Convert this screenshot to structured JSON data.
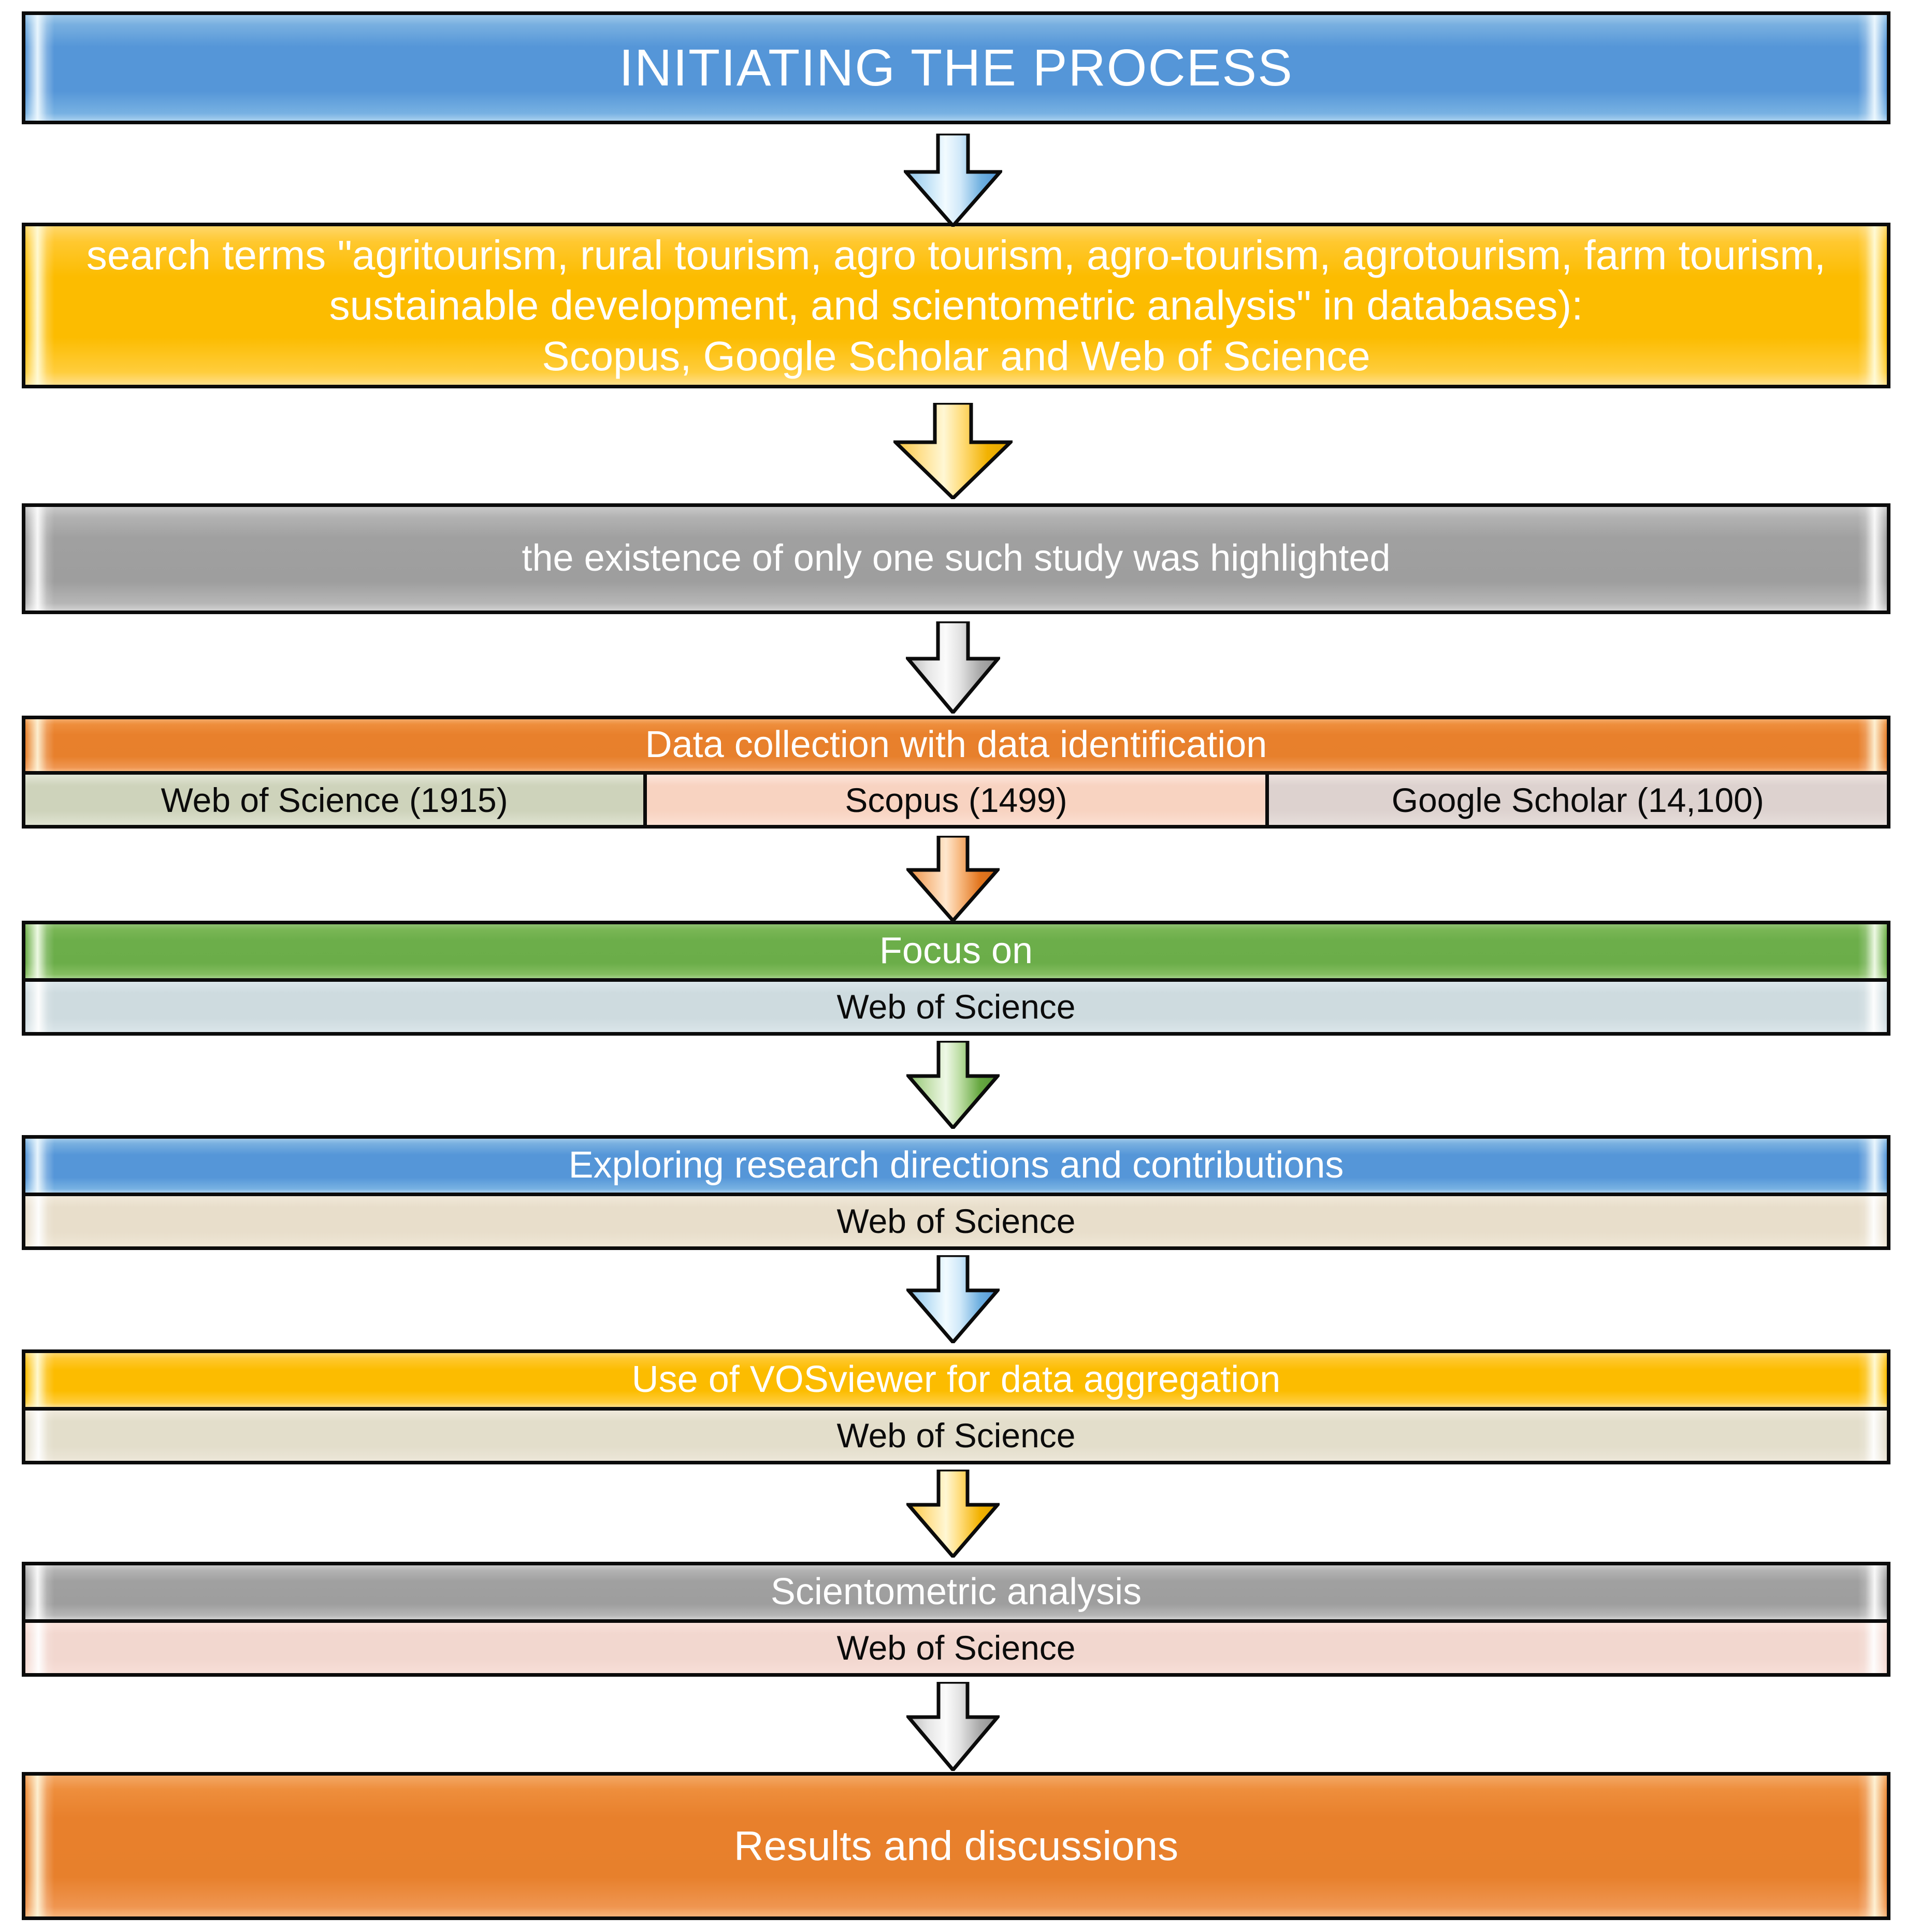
{
  "diagram": {
    "title": "Scientometric research process flowchart",
    "colors": {
      "blue": "#5596D8",
      "yellow": "#FCBC00",
      "gray": "#9E9E9E",
      "orange": "#E8802C",
      "green": "#6CAE4A",
      "outline": "#0B0B0B",
      "pale_green": "#CED3BB",
      "pale_pink": "#F8D3C1",
      "pale_taupe": "#DDD2CF",
      "pale_blue": "#CEDBDF",
      "pale_beige": "#E8DECB",
      "pale_beige2": "#E3DECB",
      "pale_rose": "#F2D7CF"
    }
  },
  "steps": {
    "initiating": {
      "label": "INITIATING THE PROCESS"
    },
    "search_terms": {
      "label": "search terms \"agritourism, rural tourism, agro tourism, agro-tourism, agrotourism, farm tourism, sustainable development, and scientometric analysis\" in databases):\nScopus, Google Scholar and Web of Science"
    },
    "highlight": {
      "label": "the existence of only one such study was highlighted"
    },
    "data_collection": {
      "label": "Data collection with data identification",
      "sources": [
        {
          "label": "Web of Science (1915)",
          "database": "Web of Science",
          "count": "1915"
        },
        {
          "label": "Scopus (1499)",
          "database": "Scopus",
          "count": "1499"
        },
        {
          "label": "Google Scholar (14,100)",
          "database": "Google Scholar",
          "count": "14,100"
        }
      ]
    },
    "focus_on": {
      "label": "Focus on",
      "sub_label": "Web of Science"
    },
    "exploring": {
      "label": "Exploring research directions and contributions",
      "sub_label": "Web of Science"
    },
    "vosviewer": {
      "label": "Use of VOSviewer for data aggregation",
      "sub_label": "Web of Science"
    },
    "scientometric": {
      "label": "Scientometric analysis",
      "sub_label": "Web of Science"
    },
    "results": {
      "label": "Results and discussions"
    }
  },
  "connectors": [
    {
      "name": "arrow-initiating-to-search",
      "color": "blue"
    },
    {
      "name": "arrow-search-to-highlight",
      "color": "yellow"
    },
    {
      "name": "arrow-highlight-to-data-collection",
      "color": "gray"
    },
    {
      "name": "arrow-data-collection-to-focus",
      "color": "orange"
    },
    {
      "name": "arrow-focus-to-exploring",
      "color": "green"
    },
    {
      "name": "arrow-exploring-to-vosviewer",
      "color": "blue"
    },
    {
      "name": "arrow-vosviewer-to-scientometric",
      "color": "yellow"
    },
    {
      "name": "arrow-scientometric-to-results",
      "color": "gray"
    }
  ]
}
